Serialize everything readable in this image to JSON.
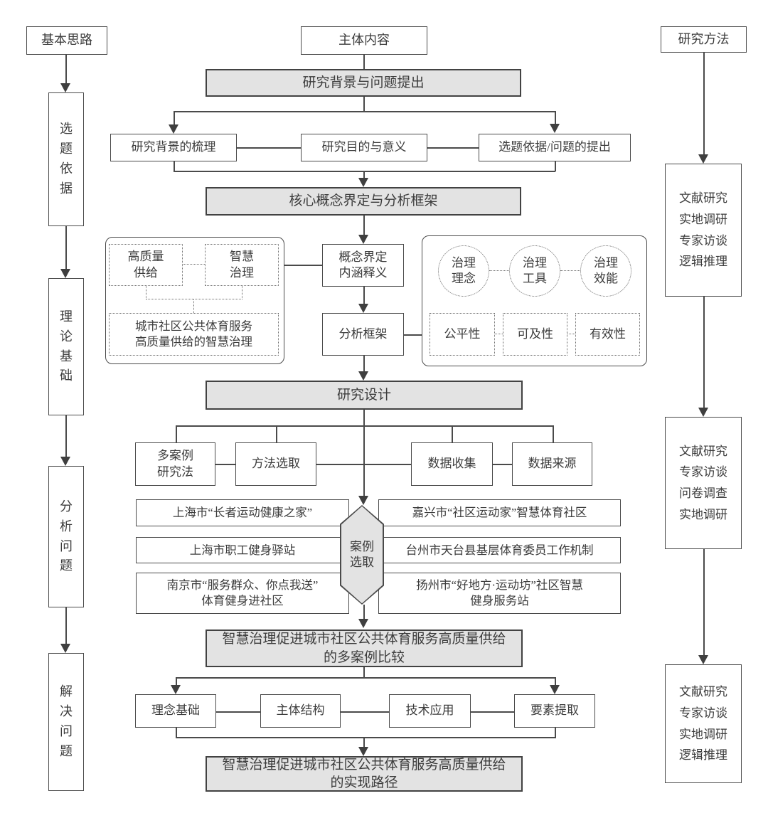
{
  "left_column": {
    "header": "基本思路",
    "items": [
      {
        "label": "选\n题\n依\n据"
      },
      {
        "label": "理\n论\n基\n础"
      },
      {
        "label": "分\n析\n问\n题"
      },
      {
        "label": "解\n决\n问\n题"
      }
    ]
  },
  "center": {
    "header": "主体内容",
    "stage1": {
      "title": "研究背景与问题提出",
      "children": [
        "研究背景的梳理",
        "研究目的与意义",
        "选题依据/问题的提出"
      ]
    },
    "stage2": {
      "title": "核心概念界定与分析框架",
      "concept_group": {
        "items": [
          "高质量\n供给",
          "智慧\n治理",
          "城市社区公共体育服务\n高质量供给的智慧治理"
        ]
      },
      "definition": "概念界定\n内涵释义",
      "framework": "分析框架",
      "framework_group": {
        "circles": [
          "治理\n理念",
          "治理\n工具",
          "治理\n效能"
        ],
        "criteria": [
          "公平性",
          "可及性",
          "有效性"
        ]
      }
    },
    "stage3": {
      "title": "研究设计",
      "children": [
        "多案例\n研究法",
        "方法选取",
        "数据收集",
        "数据来源"
      ]
    },
    "case_selection": {
      "hexagon": "案例\n选取",
      "left_cases": [
        "上海市“长者运动健康之家”",
        "上海市职工健身驿站",
        "南京市“服务群众、你点我送”\n体育健身进社区"
      ],
      "right_cases": [
        "嘉兴市“社区运动家”智慧体育社区",
        "台州市天台县基层体育委员工作机制",
        "扬州市“好地方·运动坊”社区智慧\n健身服务站"
      ]
    },
    "stage4": {
      "title": "智慧治理促进城市社区公共体育服务高质量供给\n的多案例比较",
      "children": [
        "理念基础",
        "主体结构",
        "技术应用",
        "要素提取"
      ]
    },
    "stage5": {
      "title": "智慧治理促进城市社区公共体育服务高质量供给\n的实现路径"
    }
  },
  "right_column": {
    "header": "研究方法",
    "items": [
      {
        "label": "文献研究\n实地调研\n专家访谈\n逻辑推理"
      },
      {
        "label": "文献研究\n专家访谈\n问卷调查\n实地调研"
      },
      {
        "label": "文献研究\n专家访谈\n实地调研\n逻辑推理"
      }
    ]
  },
  "colors": {
    "stage_fill": "#e3e3e3",
    "node_fill": "#ffffff",
    "line": "#4a4a4a"
  }
}
